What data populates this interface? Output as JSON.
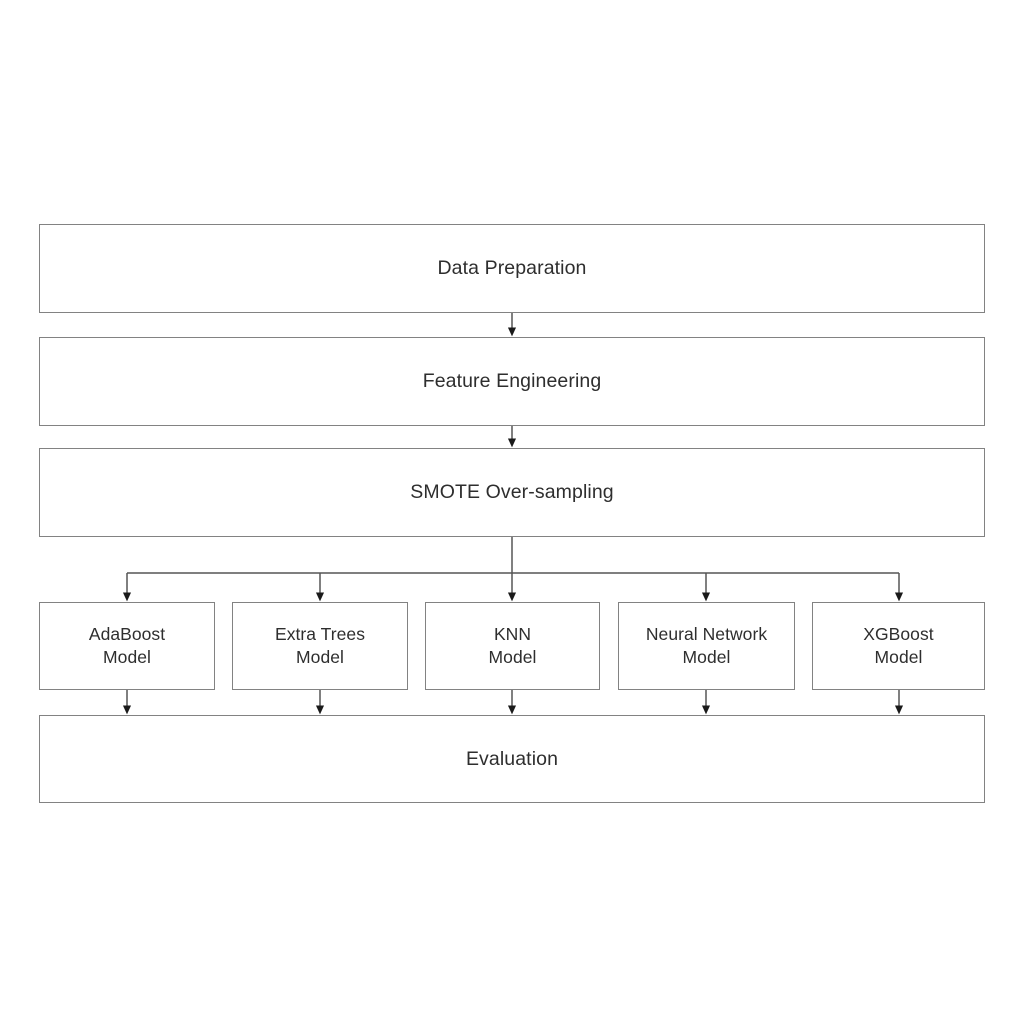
{
  "diagram": {
    "type": "flowchart",
    "orientation": "top-to-bottom",
    "background_color": "#ffffff",
    "node_border_color": "#828282",
    "node_fill_color": "#ffffff",
    "text_color": "#2e2e2e",
    "connector_color": "#555555",
    "arrowhead_color": "#1a1a1a",
    "stages": [
      {
        "id": "data-preparation",
        "label": "Data Preparation"
      },
      {
        "id": "feature-engineering",
        "label": "Feature Engineering"
      },
      {
        "id": "smote-over-sampling",
        "label": "SMOTE Over-sampling"
      }
    ],
    "models": [
      {
        "id": "adaboost",
        "label": "AdaBoost\nModel",
        "line1": "AdaBoost",
        "line2": "Model"
      },
      {
        "id": "extra-trees",
        "label": "Extra Trees\nModel",
        "line1": "Extra Trees",
        "line2": "Model"
      },
      {
        "id": "knn",
        "label": "KNN\nModel",
        "line1": "KNN",
        "line2": "Model"
      },
      {
        "id": "neural-network",
        "label": "Neural Network\nModel",
        "line1": "Neural Network",
        "line2": "Model"
      },
      {
        "id": "xgboost",
        "label": "XGBoost\nModel",
        "line1": "XGBoost",
        "line2": "Model"
      }
    ],
    "final": {
      "id": "evaluation",
      "label": "Evaluation"
    },
    "edges": [
      {
        "from": "data-preparation",
        "to": "feature-engineering",
        "style": "arrow"
      },
      {
        "from": "feature-engineering",
        "to": "smote-over-sampling",
        "style": "arrow"
      },
      {
        "from": "smote-over-sampling",
        "to": "adaboost",
        "style": "arrow-bus"
      },
      {
        "from": "smote-over-sampling",
        "to": "extra-trees",
        "style": "arrow-bus"
      },
      {
        "from": "smote-over-sampling",
        "to": "knn",
        "style": "arrow-bus"
      },
      {
        "from": "smote-over-sampling",
        "to": "neural-network",
        "style": "arrow-bus"
      },
      {
        "from": "smote-over-sampling",
        "to": "xgboost",
        "style": "arrow-bus"
      },
      {
        "from": "adaboost",
        "to": "evaluation",
        "style": "arrow"
      },
      {
        "from": "extra-trees",
        "to": "evaluation",
        "style": "arrow"
      },
      {
        "from": "knn",
        "to": "evaluation",
        "style": "arrow"
      },
      {
        "from": "neural-network",
        "to": "evaluation",
        "style": "arrow"
      },
      {
        "from": "xgboost",
        "to": "evaluation",
        "style": "arrow"
      }
    ]
  }
}
